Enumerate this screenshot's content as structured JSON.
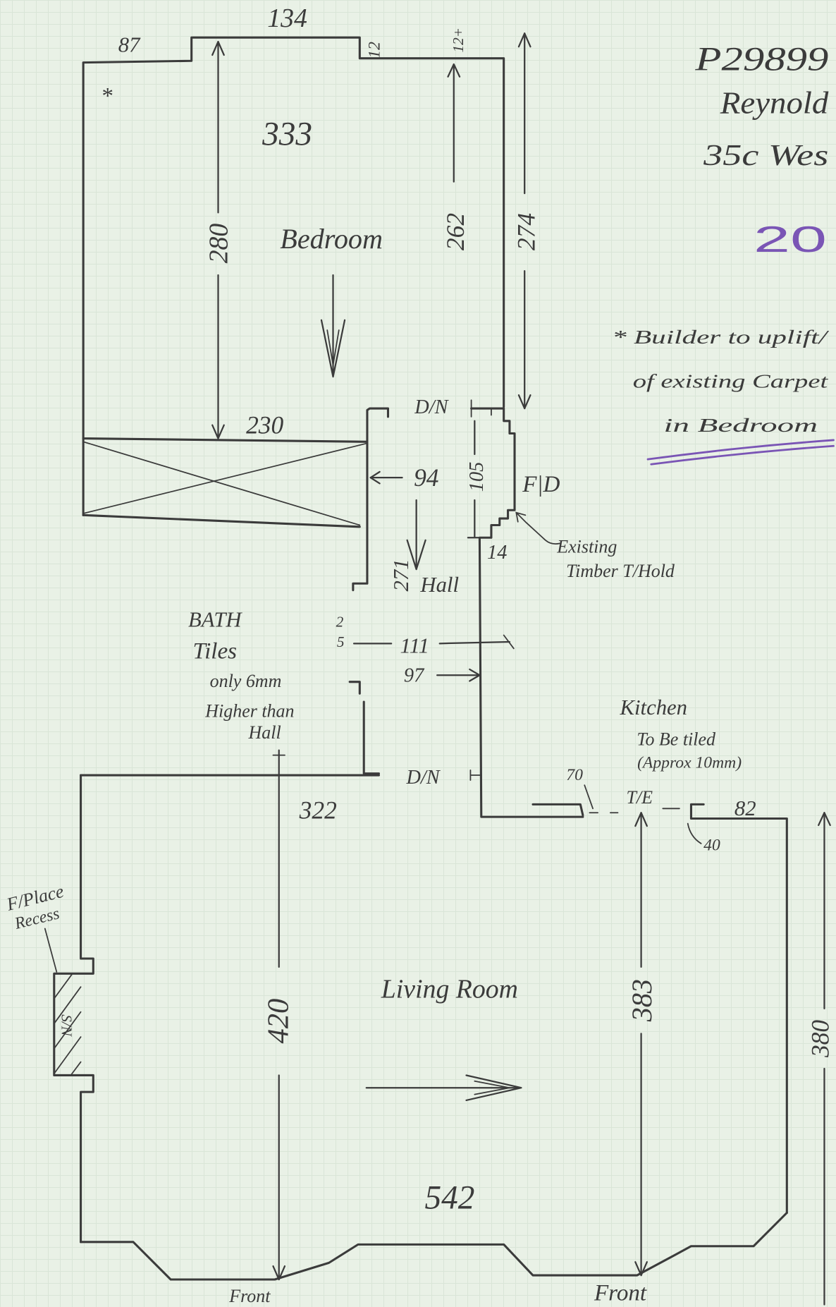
{
  "colors": {
    "paper": "#e9f1e6",
    "grid": "#d9e5d7",
    "ink": "#3b3b3b",
    "accent_purple": "#7a55b5"
  },
  "header": {
    "job_number": "P29899",
    "client": "Reynold",
    "address": "35c Wes",
    "date": "20"
  },
  "note": {
    "line1": "* Builder to uplift/",
    "line2": "of existing Carpet",
    "line3": "in Bedroom"
  },
  "bedroom": {
    "name": "Bedroom",
    "top_width": "134",
    "left_offset": "87",
    "top_step": "12",
    "top_right_step": "12+",
    "asterisk": "*",
    "width": "333",
    "left_length": "280",
    "right_inner_length": "262",
    "right_overall_length": "274",
    "robe_width": "230"
  },
  "hall": {
    "name": "Hall",
    "door_top": "D/N",
    "width_top": "94",
    "fire_door_depth": "105",
    "fire_door": "F|D",
    "threshold_note_line1": "Existing",
    "threshold_note_line2": "Timber T/Hold",
    "step": "14",
    "length": "271",
    "bath_mark_top": "2",
    "bath_mark_bottom": "5",
    "width_mid": "111",
    "width_lower": "97",
    "door_bottom": "D/N"
  },
  "bath": {
    "line1": "BATH",
    "line2": "Tiles",
    "line3": "only 6mm",
    "line4": "Higher than",
    "line5": "Hall"
  },
  "kitchen": {
    "line1": "Kitchen",
    "line2": "To Be tiled",
    "line3": "(Approx 10mm)",
    "opening": "70",
    "threshold": "T/E",
    "return_width": "82",
    "jamb": "40",
    "length": "383"
  },
  "living_room": {
    "name": "Living Room",
    "top_width": "322",
    "depth": "420",
    "width": "542",
    "right_depth": "380",
    "fireplace_line1": "F/Place",
    "fireplace_line2": "Recess",
    "hatch_label": "S/N",
    "front_left": "Front",
    "front_right": "Front"
  }
}
